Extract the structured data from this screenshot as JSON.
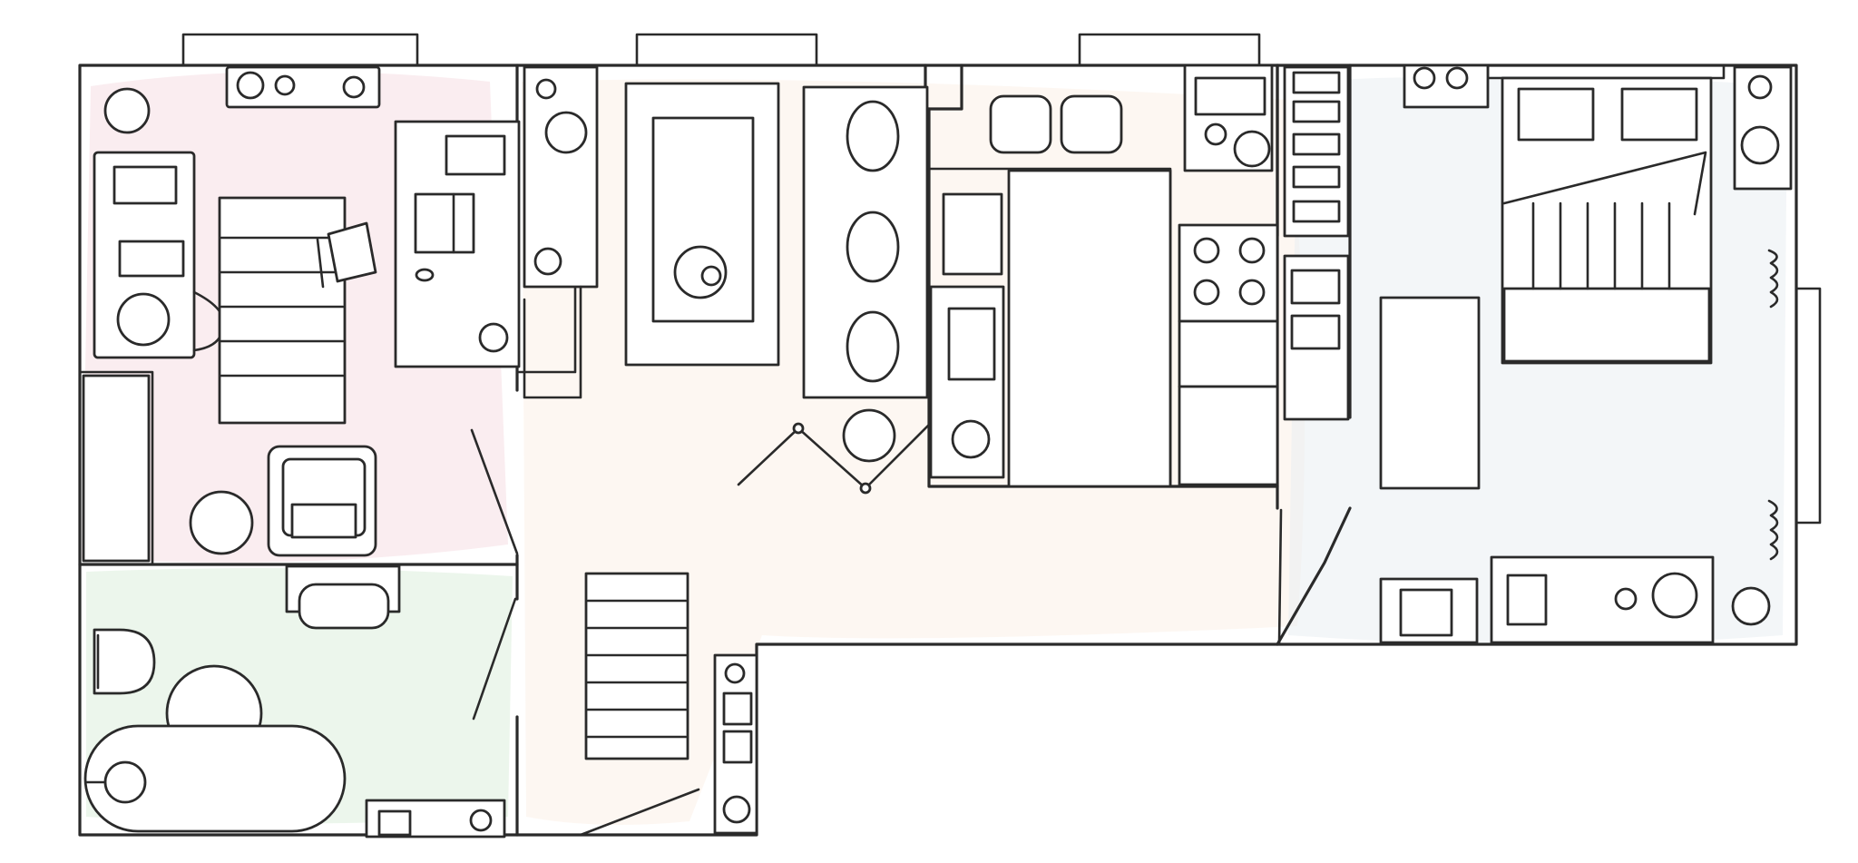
{
  "colors": {
    "ink": "#2a2a2a",
    "paper": "#ffffff",
    "wash_pink": "#f6dfe4",
    "wash_green": "#dcefdc",
    "wash_blue": "#dbeef6",
    "wash_grey": "#d3d5d8",
    "wash_peach": "#fbe6d6",
    "wash_yellow": "#fbf2b8",
    "wash_cream": "#fbf0e8",
    "wash_lightblue": "#e9eef3",
    "accent_red": "#f2b8c2",
    "accent_mint": "#b9e3c4"
  },
  "rooms": [
    {
      "id": "bedroom-left",
      "type": "bedroom",
      "wash": "wash_pink"
    },
    {
      "id": "bathroom",
      "type": "bathroom",
      "wash": "wash_green"
    },
    {
      "id": "hallway",
      "type": "hallway",
      "wash": "wash_cream"
    },
    {
      "id": "kitchen-dining",
      "type": "kitchen",
      "wash": "wash_blue"
    },
    {
      "id": "bedroom-right",
      "type": "bedroom",
      "wash": "wash_lightblue"
    }
  ],
  "furniture_icons": [
    "bed-icon",
    "desk-icon",
    "chair-icon",
    "armchair-icon",
    "wardrobe-icon",
    "bathtub-icon",
    "toilet-icon",
    "sink-icon",
    "stairs-icon",
    "stove-icon",
    "fridge-icon",
    "dining-table-icon",
    "radiator-icon",
    "plant-icon",
    "door-icon"
  ]
}
